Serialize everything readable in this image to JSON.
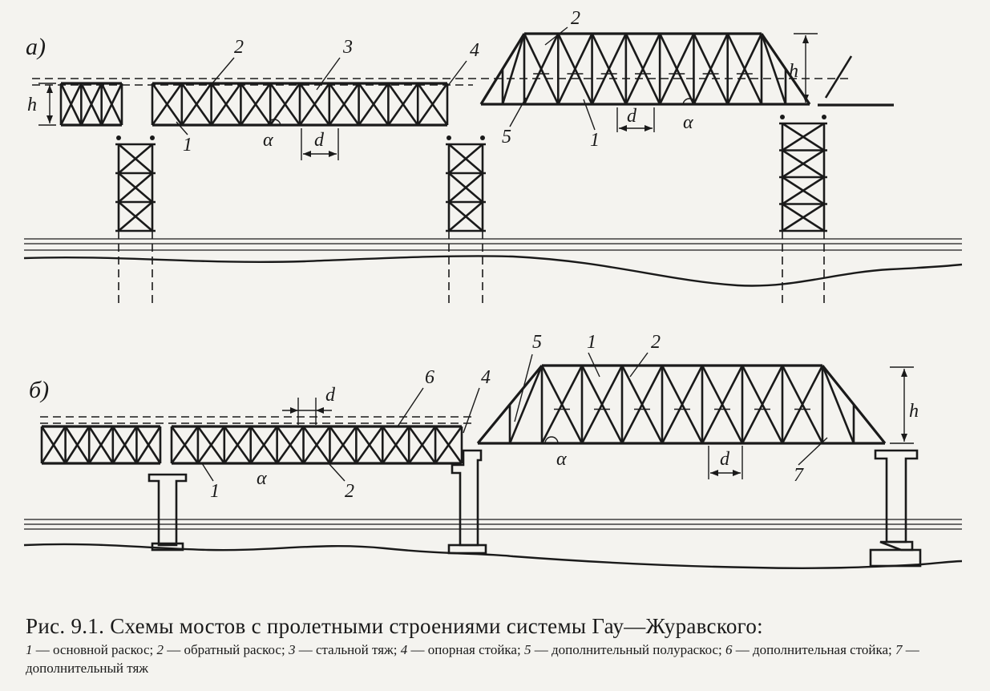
{
  "figure": {
    "panel_a_label": "а)",
    "panel_b_label": "б)",
    "annotations": {
      "h": "h",
      "d": "d",
      "alpha": "α",
      "n1": "1",
      "n2": "2",
      "n3": "3",
      "n4": "4",
      "n5": "5",
      "n6": "6",
      "n7": "7"
    }
  },
  "caption": {
    "title": "Рис. 9.1. Схемы мостов с пролетными строениями системы Гау—Журавского:",
    "legend": [
      {
        "num": "1",
        "text": "основной раскос;"
      },
      {
        "num": "2",
        "text": "обратный раскос;"
      },
      {
        "num": "3",
        "text": "стальной тяж;"
      },
      {
        "num": "4",
        "text": "опорная стойка;"
      },
      {
        "num": "5",
        "text": "дополнительный полураскос;"
      },
      {
        "num": "6",
        "text": "дополнительная стойка;"
      },
      {
        "num": "7",
        "text": "дополнительный тяж"
      }
    ]
  }
}
